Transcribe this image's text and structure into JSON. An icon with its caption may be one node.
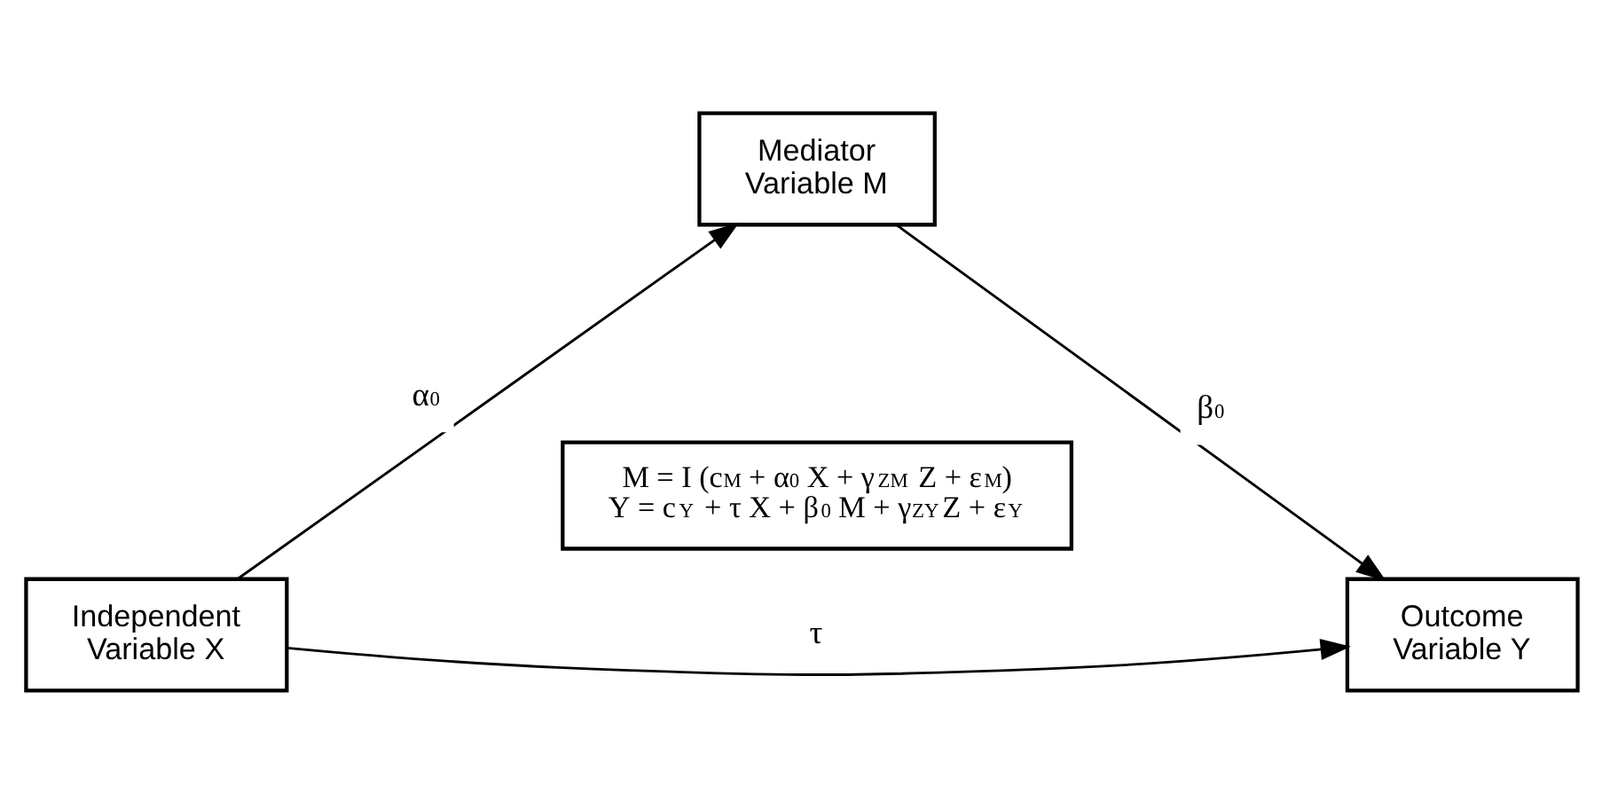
{
  "diagram": {
    "nodes": [
      {
        "text": [
          "Independent Variable X"
        ]
      },
      {
        "text": [
          "Mediator Variable M"
        ]
      },
      {
        "text": [
          "Outcome Variable Y"
        ]
      },
      {
        "text": [
          "M = I (c$_{M}$ + α$_{0}$ X + γ$_{ZM}$ Z + ε$_{M}$)",
          "Y = c$_{Y}$ + τ X + β$_{0}$ M + γ$_{ZY}$Z + ε$_{Y}$"
        ]
      }
    ],
    "edges": [
      {
        "from": 0,
        "to": 1,
        "arrow": "to",
        "label": "α$_{0}$"
      },
      {
        "from": 1,
        "to": 2,
        "arrow": "to",
        "label": "β$_{0}$"
      },
      {
        "from": 0,
        "to": 2,
        "arrow": "to",
        "label": "τ"
      }
    ]
  }
}
